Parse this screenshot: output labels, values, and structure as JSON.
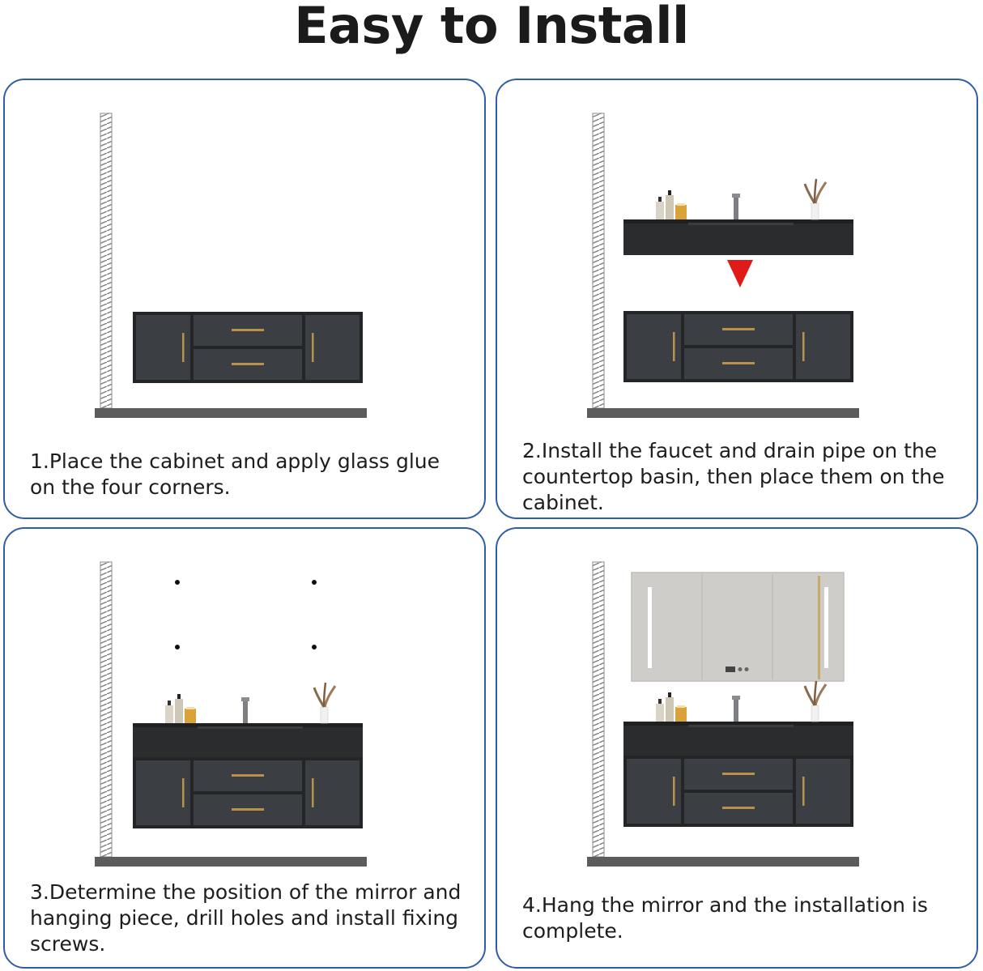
{
  "title": "Easy to Install",
  "steps": [
    {
      "caption": "1.Place the cabinet and apply glass glue on the four corners."
    },
    {
      "caption": "2.Install the faucet and drain pipe on the countertop basin, then place them on the cabinet."
    },
    {
      "caption": "3.Determine the position of the mirror and hanging piece, drill holes and install fixing screws."
    },
    {
      "caption": "4.Hang the mirror and the installation is complete."
    }
  ],
  "colors": {
    "panel_border": "#2f5ea8",
    "cabinet": "#3a3d40",
    "cabinet_dark": "#242628",
    "handle": "#b8924a",
    "arrow": "#e01919",
    "floor": "#5a5a5a"
  },
  "icons": [
    "wall-hatch",
    "floor-line",
    "cabinet",
    "countertop-basin",
    "down-arrow-icon",
    "screw-hole",
    "led-mirror"
  ]
}
